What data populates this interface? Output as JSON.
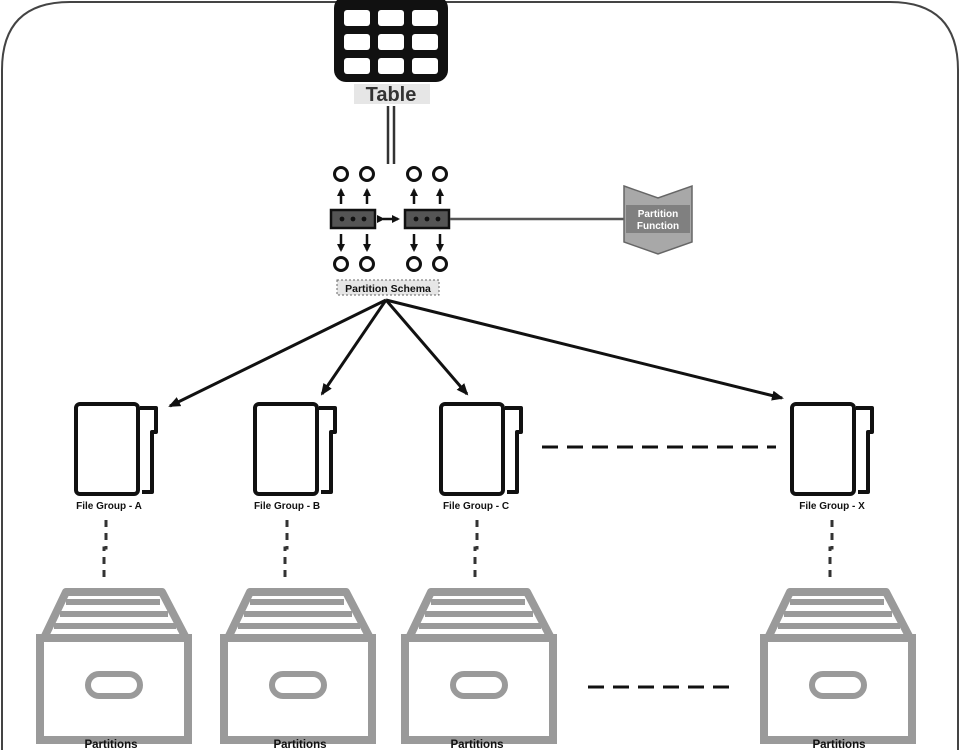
{
  "table": {
    "label": "Table",
    "icon": "table-grid-icon"
  },
  "partition_schema": {
    "label": "Partition Schema",
    "icon": "partition-schema-icon"
  },
  "partition_function": {
    "line1": "Partition",
    "line2": "Function",
    "icon": "partition-function-icon"
  },
  "file_groups": [
    {
      "label": "File Group - A",
      "icon": "file-group-icon"
    },
    {
      "label": "File Group - B",
      "icon": "file-group-icon"
    },
    {
      "label": "File Group - C",
      "icon": "file-group-icon"
    },
    {
      "label": "File Group - X",
      "icon": "file-group-icon"
    }
  ],
  "partitions": [
    {
      "label": "Partitions",
      "icon": "archive-box-icon"
    },
    {
      "label": "Partitions",
      "icon": "archive-box-icon"
    },
    {
      "label": "Partitions",
      "icon": "archive-box-icon"
    },
    {
      "label": "Partitions",
      "icon": "archive-box-icon"
    }
  ],
  "colors": {
    "ink": "#111111",
    "box_gray": "#9a9a9a",
    "function_fill": "#a8a8a8",
    "function_label_bg": "#808080",
    "schema_label_bg": "#e6e6e6"
  }
}
